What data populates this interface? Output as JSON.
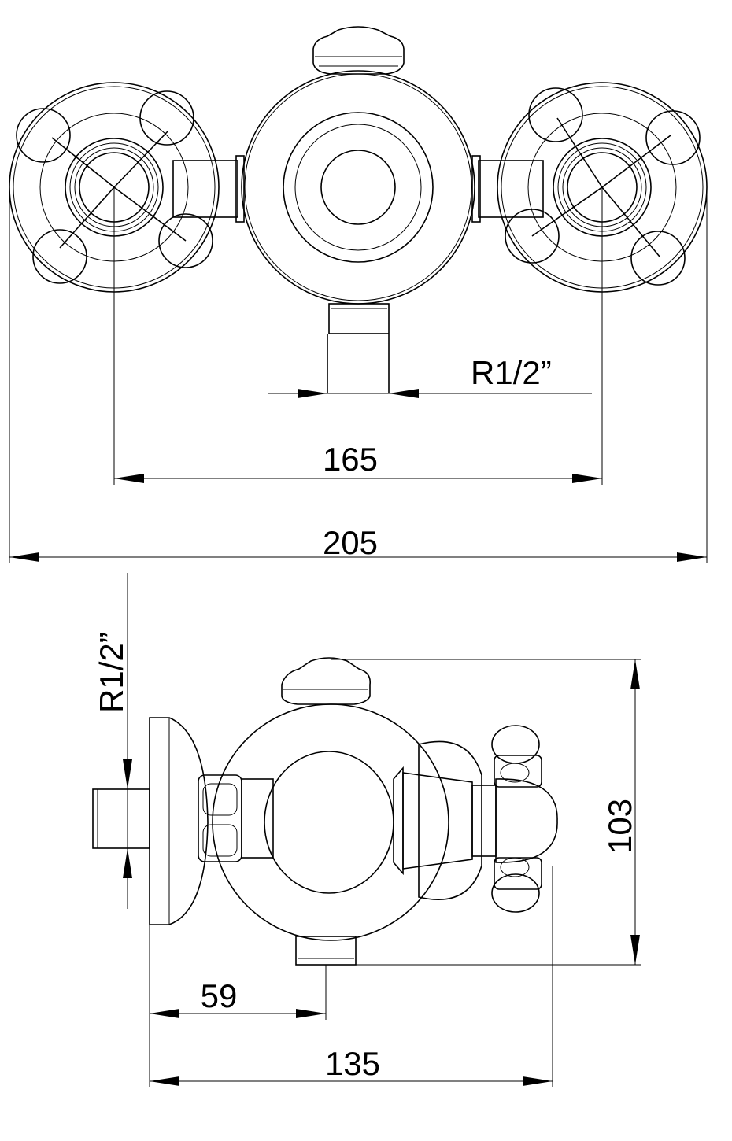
{
  "top_view": {
    "thread_label": "R1/2”",
    "centers_dimension": "165",
    "overall_width_dimension": "205"
  },
  "side_view": {
    "thread_label": "R1/2”",
    "height_dimension": "103",
    "depth_to_outlet_dimension": "59",
    "overall_depth_dimension": "135"
  }
}
